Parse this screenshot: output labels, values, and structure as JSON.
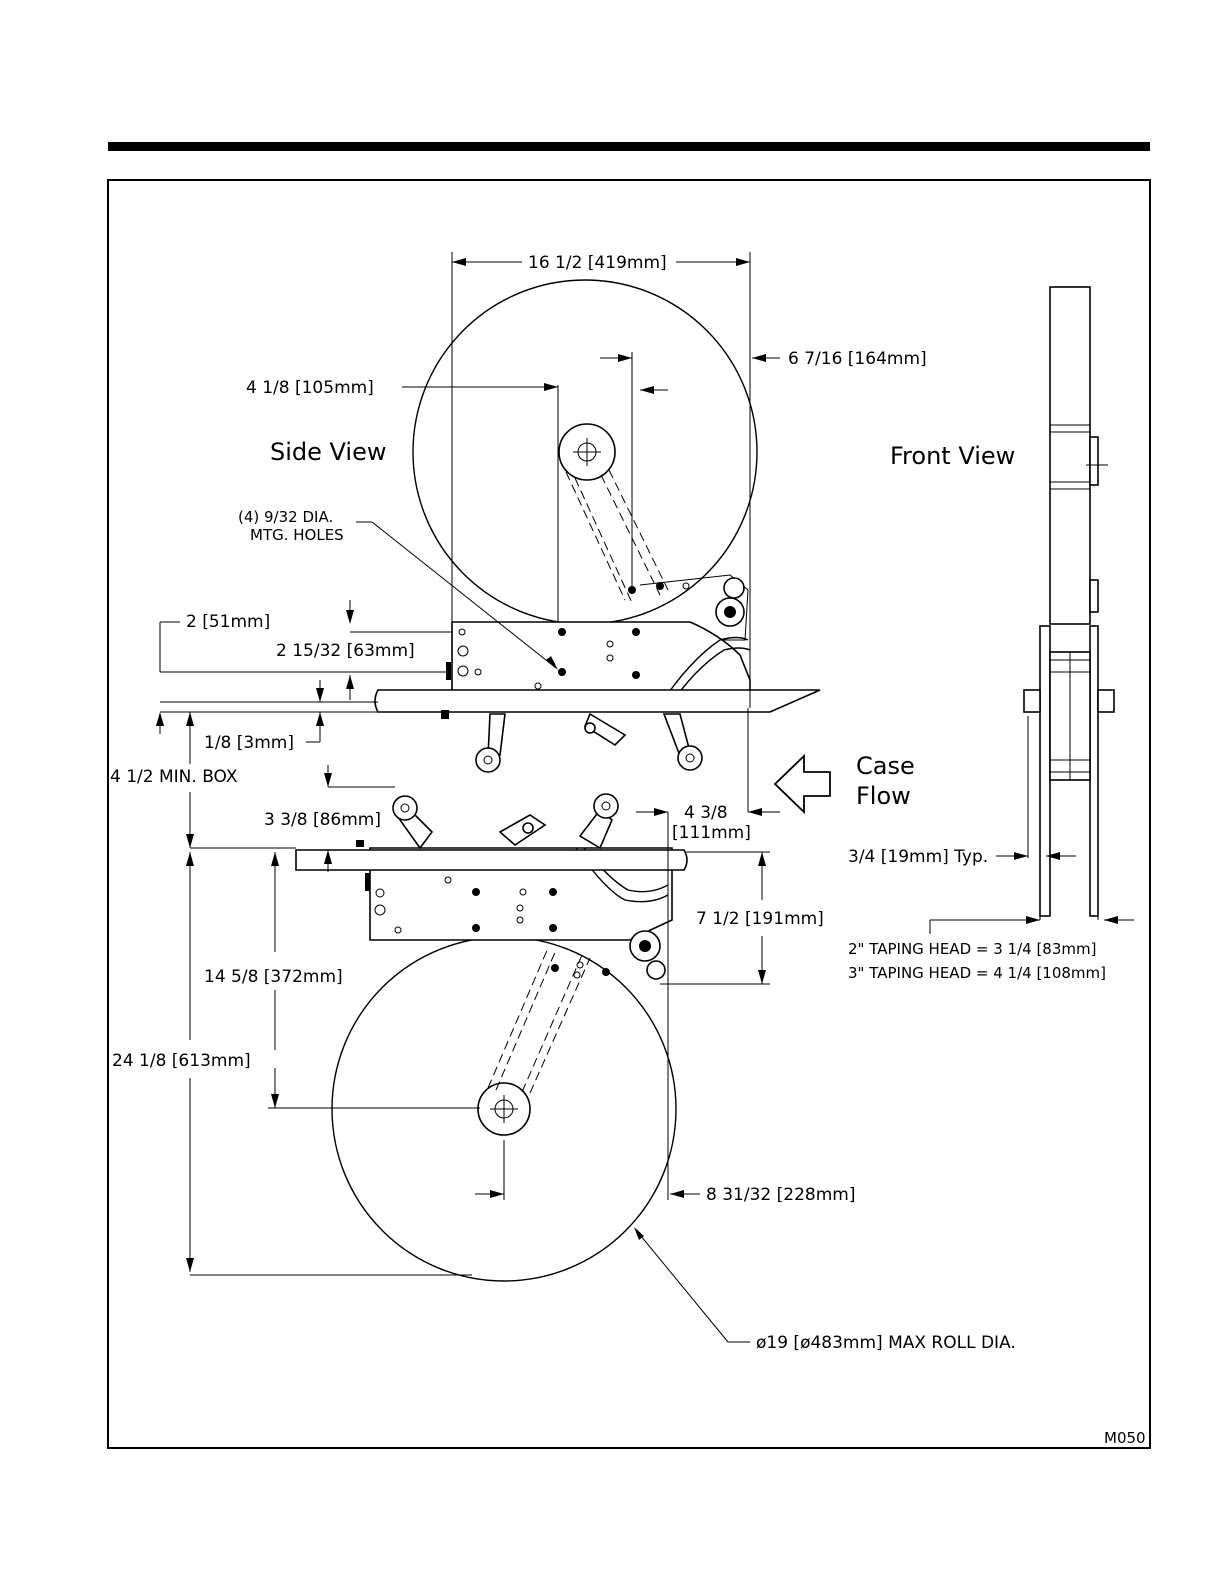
{
  "views": {
    "side": "Side View",
    "front": "Front View"
  },
  "case_flow": {
    "line1": "Case",
    "line2": "Flow"
  },
  "dimensions": {
    "top_width": "16 1/2 [419mm]",
    "upper_offset_6_7_16": "6 7/16 [164mm]",
    "upper_offset_4_1_8": "4 1/8 [105mm]",
    "holes_line1": "(4) 9/32 DIA.",
    "holes_line2": "MTG. HOLES",
    "dim_2": "2 [51mm]",
    "dim_2_15_32": "2 15/32 [63mm]",
    "dim_1_8": "1/8 [3mm]",
    "min_box": "4 1/2 MIN. BOX",
    "dim_3_3_8": "3 3/8 [86mm]",
    "dim_4_3_8": "4 3/8",
    "dim_4_3_8_mm": "[111mm]",
    "dim_7_1_2": "7 1/2 [191mm]",
    "dim_14_5_8": "14 5/8 [372mm]",
    "dim_24_1_8": "24 1/8 [613mm]",
    "dim_8_31_32": "8 31/32 [228mm]",
    "max_roll": "ø19 [ø483mm] MAX ROLL DIA.",
    "typ_3_4": "3/4 [19mm] Typ.",
    "taping_2in": "2\" TAPING HEAD = 3 1/4 [83mm]",
    "taping_3in": "3\" TAPING HEAD = 4 1/4 [108mm]"
  },
  "drawing_number": "M050"
}
